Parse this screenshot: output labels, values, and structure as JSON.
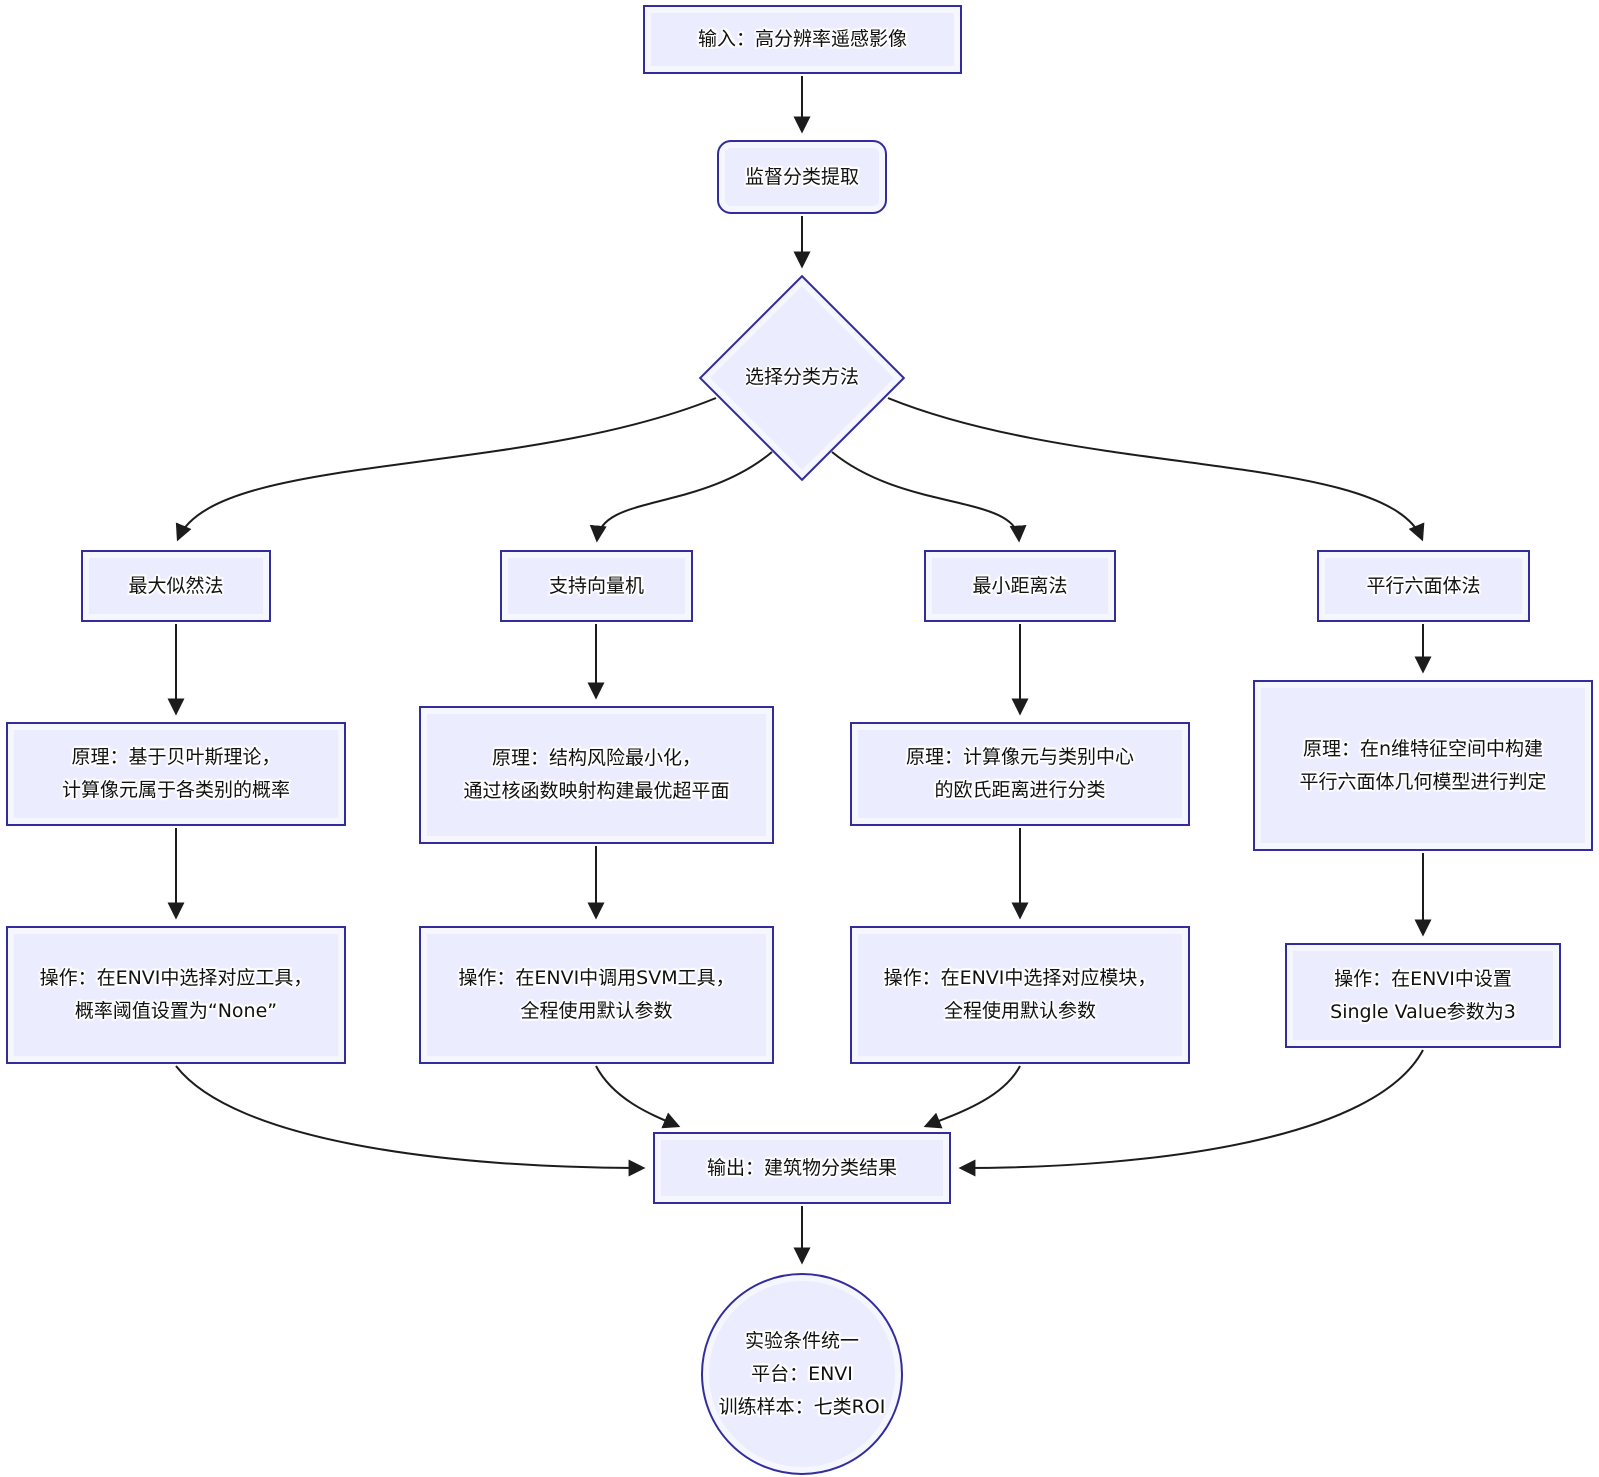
{
  "diagram": {
    "title_hint": "供监督分类建筑物提取流程图",
    "colors": {
      "node_fill": "#ECECFF",
      "node_border": "#322d9b",
      "edge": "#1c1c1c",
      "text": "#111111"
    },
    "nodes": {
      "input": {
        "label": "输入：高分辨率遥感影像"
      },
      "supervised": {
        "label": "监督分类提取"
      },
      "decision": {
        "label": "选择分类方法"
      },
      "output": {
        "label": "输出：建筑物分类结果"
      },
      "conditions": {
        "label": "实验条件统一\n平台：ENVI\n训练样本：七类ROI"
      }
    },
    "methods": [
      {
        "label": "最大似然法",
        "principle": "原理：基于贝叶斯理论，\n计算像元属于各类别的概率",
        "operation": "操作：在ENVI中选择对应工具，\n概率阈值设置为“None”"
      },
      {
        "label": "支持向量机",
        "principle": "原理：结构风险最小化，\n通过核函数映射构建最优超平面",
        "operation": "操作：在ENVI中调用SVM工具，\n全程使用默认参数"
      },
      {
        "label": "最小距离法",
        "principle": "原理：计算像元与类别中心\n的欧氏距离进行分类",
        "operation": "操作：在ENVI中选择对应模块，\n全程使用默认参数"
      },
      {
        "label": "平行六面体法",
        "principle": "原理：在n维特征空间中构建\n平行六面体几何模型进行判定",
        "operation": "操作：在ENVI中设置\nSingle Value参数为3"
      }
    ]
  }
}
